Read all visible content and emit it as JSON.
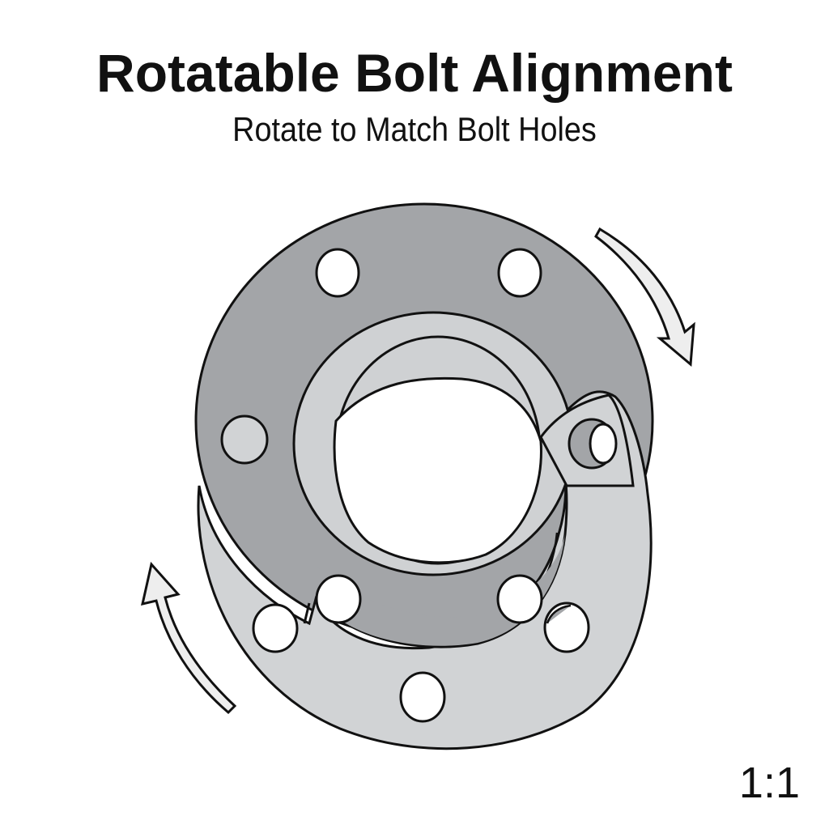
{
  "header": {
    "title": "Rotatable Bolt Alignment",
    "subtitle": "Rotate to Match Bolt Holes"
  },
  "footer": {
    "scale_label": "1:1"
  },
  "diagram": {
    "colors": {
      "back_flange": "#a3a5a8",
      "front_flange": "#d1d3d5",
      "hub": "#cfd1d3",
      "bore": "#ffffff",
      "outline": "#111111",
      "arrow_fill": "#eeeeee"
    },
    "parts": [
      {
        "name": "back-flange",
        "bolt_holes": 6
      },
      {
        "name": "front-flange",
        "bolt_holes": 6
      }
    ],
    "arrows": [
      {
        "name": "rotate-clockwise-arrow",
        "direction": "clockwise"
      },
      {
        "name": "rotate-counterclockwise-arrow",
        "direction": "counterclockwise"
      }
    ]
  }
}
